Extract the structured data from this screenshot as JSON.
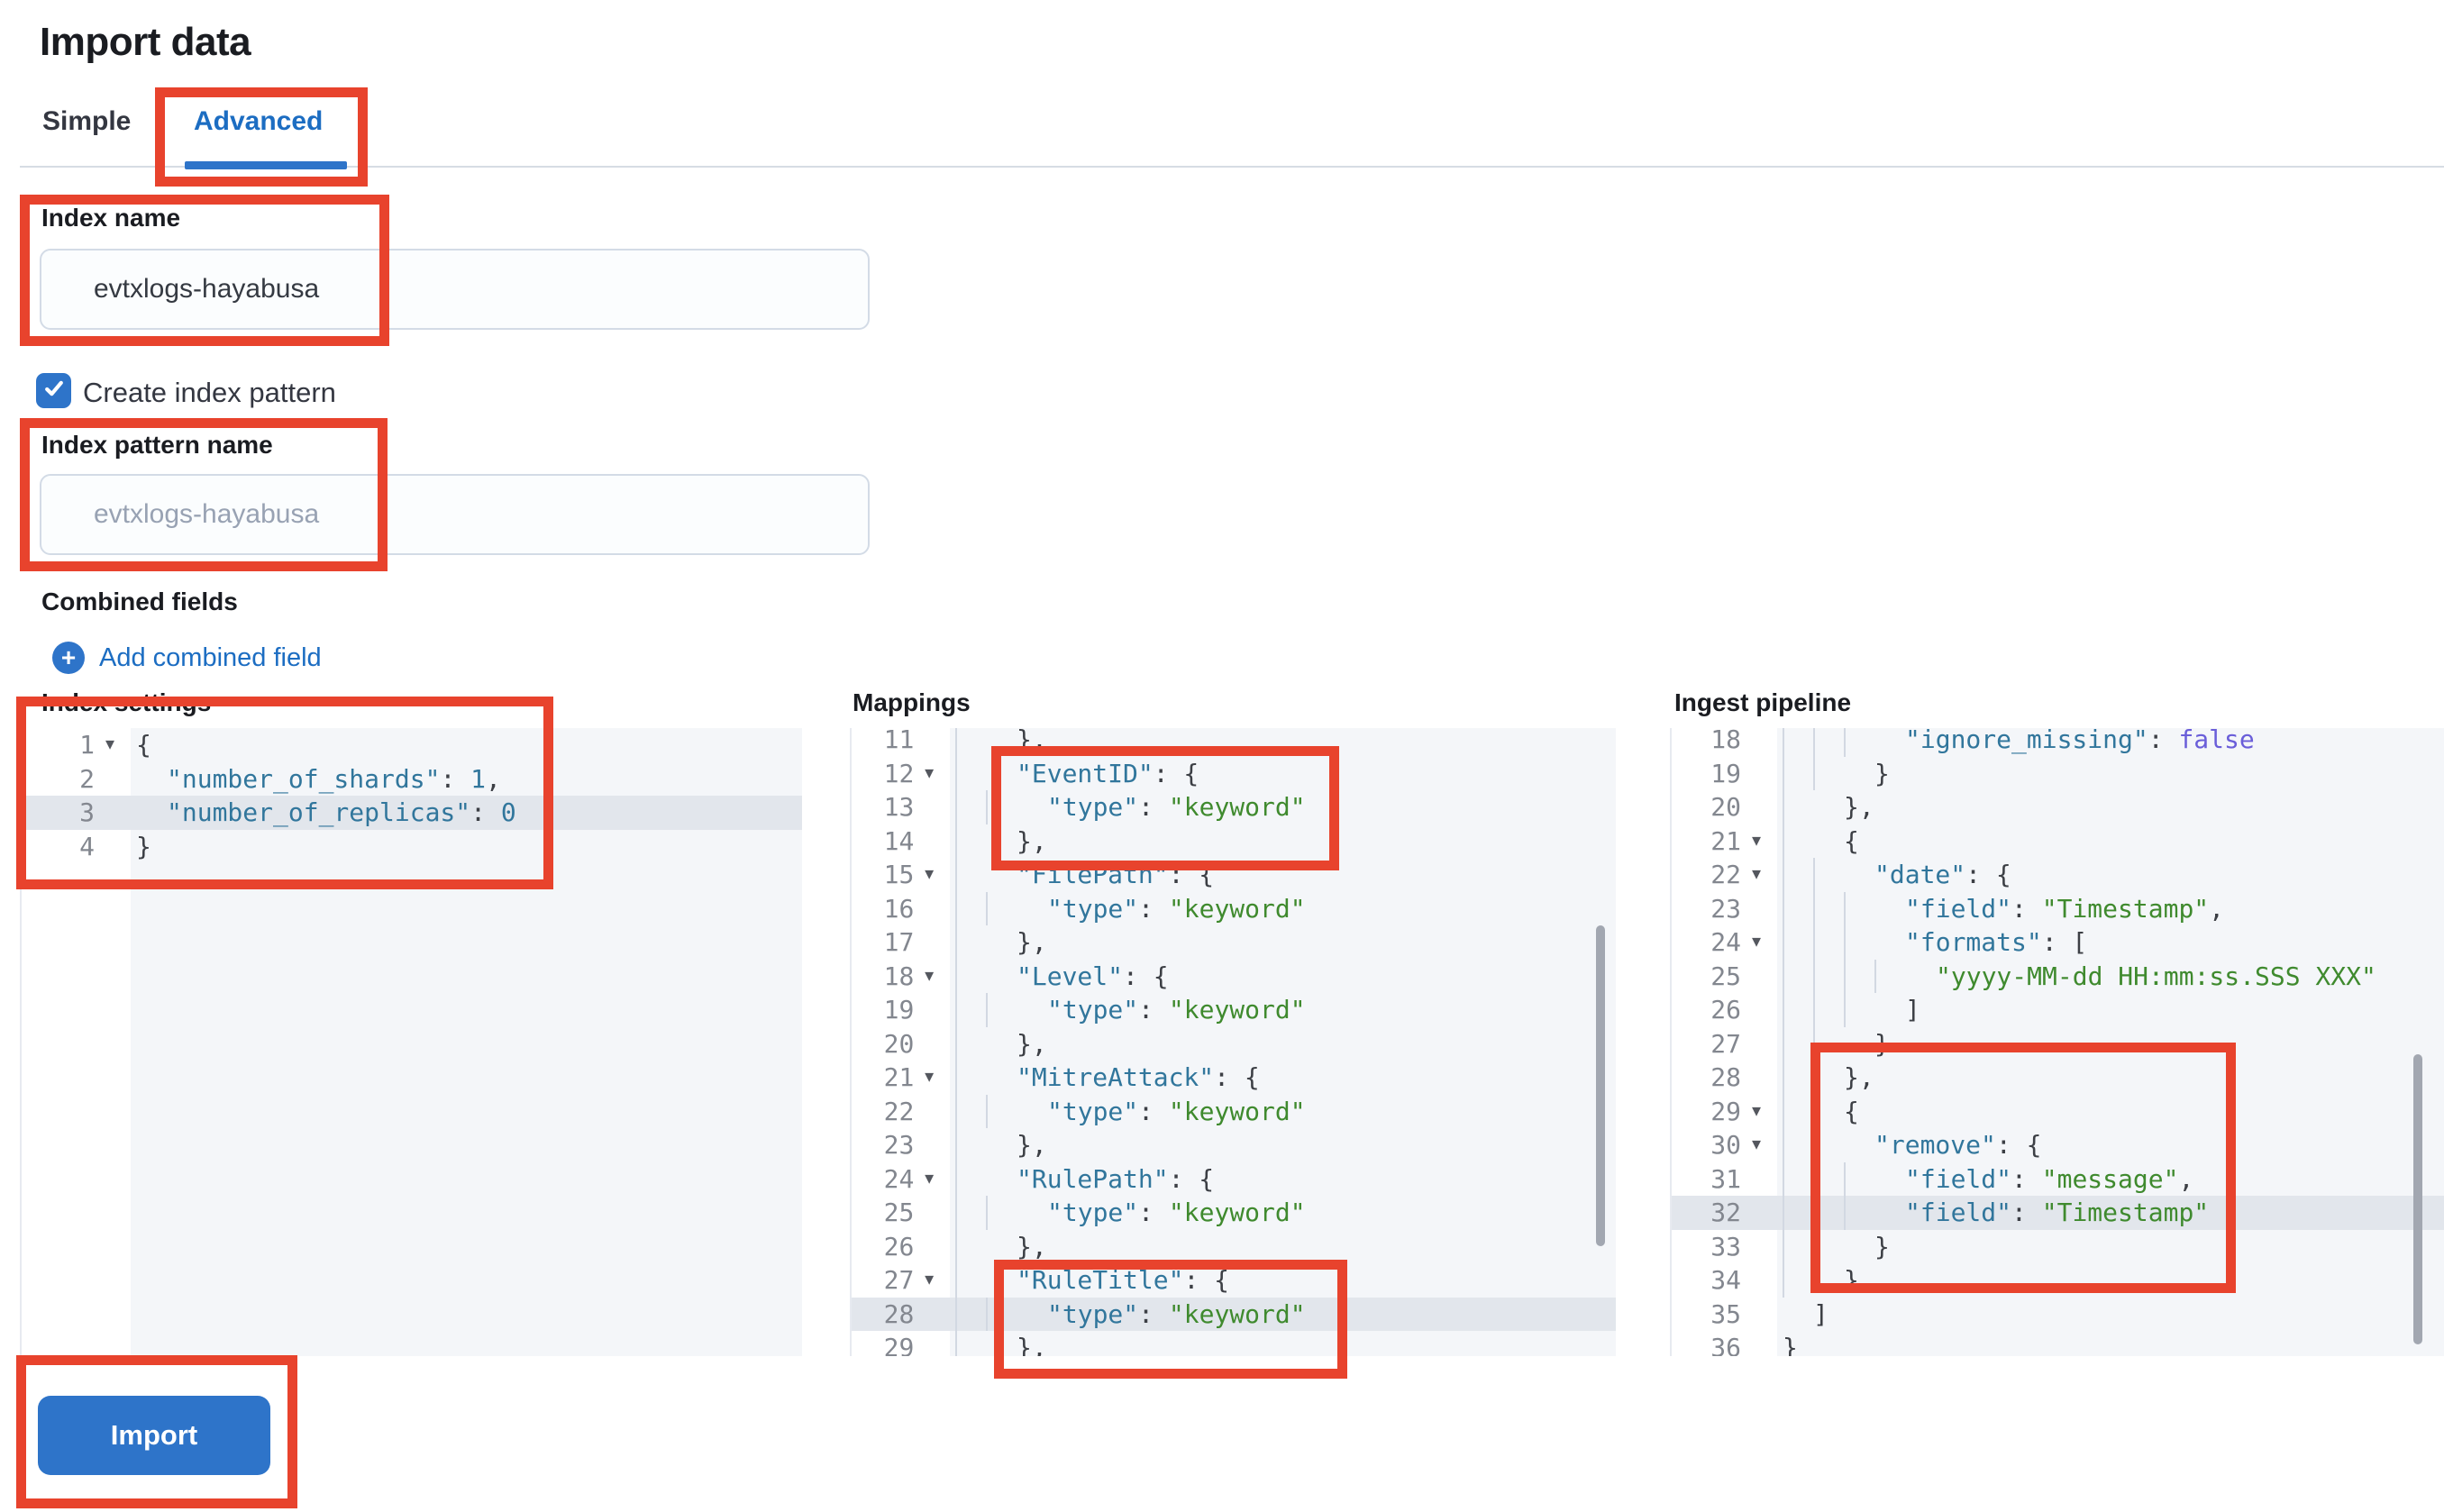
{
  "page": {
    "title": "Import data"
  },
  "tabs": {
    "simple": "Simple",
    "advanced": "Advanced"
  },
  "form": {
    "index_name_label": "Index name",
    "index_name_value": "evtxlogs-hayabusa",
    "create_index_pattern_label": "Create index pattern",
    "create_index_pattern_checked": true,
    "index_pattern_label": "Index pattern name",
    "index_pattern_placeholder": "evtxlogs-hayabusa",
    "combined_fields_label": "Combined fields",
    "add_combined_field_label": "Add combined field",
    "import_button_label": "Import"
  },
  "colors": {
    "accent_blue": "#2e74c9",
    "link_blue": "#1c6dc2",
    "red_annotation": "#e8432d",
    "code_key": "#31769c",
    "code_string": "#3f8a2e",
    "code_number": "#31769c",
    "code_boolean": "#6a5ed9",
    "code_punct": "#3c3f45",
    "editor_bg": "#f4f6f9",
    "highlight_row": "#e2e6ec",
    "line_number": "#83878f"
  },
  "annotations": {
    "color": "#e8432d",
    "targets": [
      "advanced-tab",
      "index-name-field",
      "index-pattern-field",
      "index-settings-editor-top",
      "mappings-eventid-block",
      "mappings-ruletitle-block",
      "ingest-remove-block",
      "import-button"
    ]
  },
  "editors": [
    {
      "title": "Index settings",
      "lines": [
        {
          "n": "1",
          "fold": true,
          "ind": 0,
          "hl": false,
          "seg": [
            [
              "p",
              "{"
            ]
          ]
        },
        {
          "n": "2",
          "fold": false,
          "ind": 1,
          "hl": false,
          "seg": [
            [
              "k",
              "\"number_of_shards\""
            ],
            [
              "p",
              ": "
            ],
            [
              "n",
              "1"
            ],
            [
              "p",
              ","
            ]
          ]
        },
        {
          "n": "3",
          "fold": false,
          "ind": 1,
          "hl": true,
          "seg": [
            [
              "k",
              "\"number_of_replicas\""
            ],
            [
              "p",
              ": "
            ],
            [
              "n",
              "0"
            ]
          ]
        },
        {
          "n": "4",
          "fold": false,
          "ind": 0,
          "hl": false,
          "seg": [
            [
              "p",
              "}"
            ]
          ]
        }
      ]
    },
    {
      "title": "Mappings",
      "lines": [
        {
          "n": "11",
          "fold": false,
          "ind": 2,
          "hl": false,
          "seg": [
            [
              "p",
              "},"
            ]
          ]
        },
        {
          "n": "12",
          "fold": true,
          "ind": 2,
          "hl": false,
          "seg": [
            [
              "k",
              "\"EventID\""
            ],
            [
              "p",
              ": {"
            ]
          ]
        },
        {
          "n": "13",
          "fold": false,
          "ind": 3,
          "hl": false,
          "seg": [
            [
              "k",
              "\"type\""
            ],
            [
              "p",
              ": "
            ],
            [
              "s",
              "\"keyword\""
            ]
          ]
        },
        {
          "n": "14",
          "fold": false,
          "ind": 2,
          "hl": false,
          "seg": [
            [
              "p",
              "},"
            ]
          ]
        },
        {
          "n": "15",
          "fold": true,
          "ind": 2,
          "hl": false,
          "seg": [
            [
              "k",
              "\"FilePath\""
            ],
            [
              "p",
              ": {"
            ]
          ]
        },
        {
          "n": "16",
          "fold": false,
          "ind": 3,
          "hl": false,
          "seg": [
            [
              "k",
              "\"type\""
            ],
            [
              "p",
              ": "
            ],
            [
              "s",
              "\"keyword\""
            ]
          ]
        },
        {
          "n": "17",
          "fold": false,
          "ind": 2,
          "hl": false,
          "seg": [
            [
              "p",
              "},"
            ]
          ]
        },
        {
          "n": "18",
          "fold": true,
          "ind": 2,
          "hl": false,
          "seg": [
            [
              "k",
              "\"Level\""
            ],
            [
              "p",
              ": {"
            ]
          ]
        },
        {
          "n": "19",
          "fold": false,
          "ind": 3,
          "hl": false,
          "seg": [
            [
              "k",
              "\"type\""
            ],
            [
              "p",
              ": "
            ],
            [
              "s",
              "\"keyword\""
            ]
          ]
        },
        {
          "n": "20",
          "fold": false,
          "ind": 2,
          "hl": false,
          "seg": [
            [
              "p",
              "},"
            ]
          ]
        },
        {
          "n": "21",
          "fold": true,
          "ind": 2,
          "hl": false,
          "seg": [
            [
              "k",
              "\"MitreAttack\""
            ],
            [
              "p",
              ": {"
            ]
          ]
        },
        {
          "n": "22",
          "fold": false,
          "ind": 3,
          "hl": false,
          "seg": [
            [
              "k",
              "\"type\""
            ],
            [
              "p",
              ": "
            ],
            [
              "s",
              "\"keyword\""
            ]
          ]
        },
        {
          "n": "23",
          "fold": false,
          "ind": 2,
          "hl": false,
          "seg": [
            [
              "p",
              "},"
            ]
          ]
        },
        {
          "n": "24",
          "fold": true,
          "ind": 2,
          "hl": false,
          "seg": [
            [
              "k",
              "\"RulePath\""
            ],
            [
              "p",
              ": {"
            ]
          ]
        },
        {
          "n": "25",
          "fold": false,
          "ind": 3,
          "hl": false,
          "seg": [
            [
              "k",
              "\"type\""
            ],
            [
              "p",
              ": "
            ],
            [
              "s",
              "\"keyword\""
            ]
          ]
        },
        {
          "n": "26",
          "fold": false,
          "ind": 2,
          "hl": false,
          "seg": [
            [
              "p",
              "},"
            ]
          ]
        },
        {
          "n": "27",
          "fold": true,
          "ind": 2,
          "hl": false,
          "seg": [
            [
              "k",
              "\"RuleTitle\""
            ],
            [
              "p",
              ": {"
            ]
          ]
        },
        {
          "n": "28",
          "fold": false,
          "ind": 3,
          "hl": true,
          "seg": [
            [
              "k",
              "\"type\""
            ],
            [
              "p",
              ": "
            ],
            [
              "s",
              "\"keyword\""
            ]
          ]
        },
        {
          "n": "29",
          "fold": false,
          "ind": 2,
          "hl": false,
          "seg": [
            [
              "p",
              "},"
            ]
          ]
        }
      ]
    },
    {
      "title": "Ingest pipeline",
      "lines": [
        {
          "n": "18",
          "fold": false,
          "ind": 4,
          "hl": false,
          "seg": [
            [
              "k",
              "\"ignore_missing\""
            ],
            [
              "p",
              ": "
            ],
            [
              "b",
              "false"
            ]
          ]
        },
        {
          "n": "19",
          "fold": false,
          "ind": 3,
          "hl": false,
          "seg": [
            [
              "p",
              "}"
            ]
          ]
        },
        {
          "n": "20",
          "fold": false,
          "ind": 2,
          "hl": false,
          "seg": [
            [
              "p",
              "},"
            ]
          ]
        },
        {
          "n": "21",
          "fold": true,
          "ind": 2,
          "hl": false,
          "seg": [
            [
              "p",
              "{"
            ]
          ]
        },
        {
          "n": "22",
          "fold": true,
          "ind": 3,
          "hl": false,
          "seg": [
            [
              "k",
              "\"date\""
            ],
            [
              "p",
              ": {"
            ]
          ]
        },
        {
          "n": "23",
          "fold": false,
          "ind": 4,
          "hl": false,
          "seg": [
            [
              "k",
              "\"field\""
            ],
            [
              "p",
              ": "
            ],
            [
              "s",
              "\"Timestamp\""
            ],
            [
              "p",
              ","
            ]
          ]
        },
        {
          "n": "24",
          "fold": true,
          "ind": 4,
          "hl": false,
          "seg": [
            [
              "k",
              "\"formats\""
            ],
            [
              "p",
              ": ["
            ]
          ]
        },
        {
          "n": "25",
          "fold": false,
          "ind": 5,
          "hl": false,
          "seg": [
            [
              "s",
              "\"yyyy-MM-dd HH:mm:ss.SSS XXX\""
            ]
          ]
        },
        {
          "n": "26",
          "fold": false,
          "ind": 4,
          "hl": false,
          "seg": [
            [
              "p",
              "]"
            ]
          ]
        },
        {
          "n": "27",
          "fold": false,
          "ind": 3,
          "hl": false,
          "seg": [
            [
              "p",
              "}"
            ]
          ]
        },
        {
          "n": "28",
          "fold": false,
          "ind": 2,
          "hl": false,
          "seg": [
            [
              "p",
              "},"
            ]
          ]
        },
        {
          "n": "29",
          "fold": true,
          "ind": 2,
          "hl": false,
          "seg": [
            [
              "p",
              "{"
            ]
          ]
        },
        {
          "n": "30",
          "fold": true,
          "ind": 3,
          "hl": false,
          "seg": [
            [
              "k",
              "\"remove\""
            ],
            [
              "p",
              ": {"
            ]
          ]
        },
        {
          "n": "31",
          "fold": false,
          "ind": 4,
          "hl": false,
          "seg": [
            [
              "k",
              "\"field\""
            ],
            [
              "p",
              ": "
            ],
            [
              "s",
              "\"message\""
            ],
            [
              "p",
              ","
            ]
          ]
        },
        {
          "n": "32",
          "fold": false,
          "ind": 4,
          "hl": true,
          "seg": [
            [
              "k",
              "\"field\""
            ],
            [
              "p",
              ": "
            ],
            [
              "s",
              "\"Timestamp\""
            ]
          ]
        },
        {
          "n": "33",
          "fold": false,
          "ind": 3,
          "hl": false,
          "seg": [
            [
              "p",
              "}"
            ]
          ]
        },
        {
          "n": "34",
          "fold": false,
          "ind": 2,
          "hl": false,
          "seg": [
            [
              "p",
              "}"
            ]
          ]
        },
        {
          "n": "35",
          "fold": false,
          "ind": 1,
          "hl": false,
          "seg": [
            [
              "p",
              "]"
            ]
          ]
        },
        {
          "n": "36",
          "fold": false,
          "ind": 0,
          "hl": false,
          "seg": [
            [
              "p",
              "}"
            ]
          ]
        }
      ]
    }
  ]
}
